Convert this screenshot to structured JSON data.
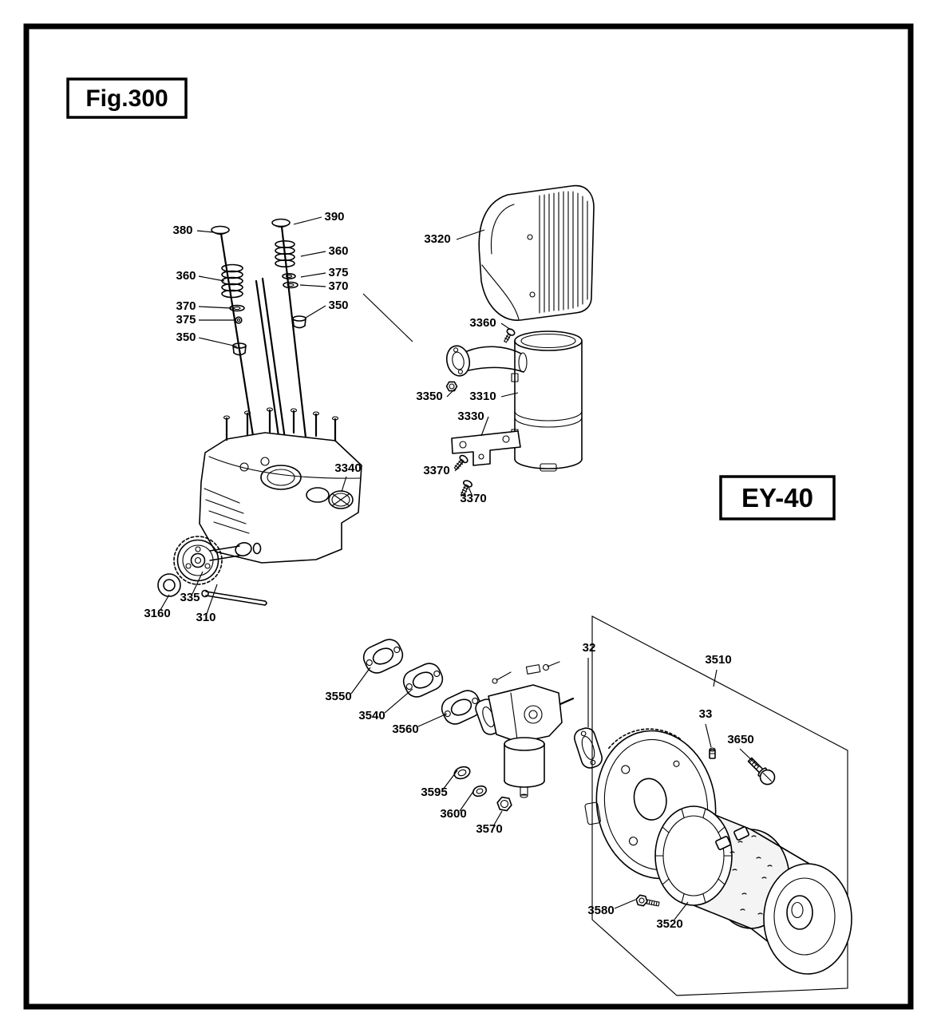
{
  "figure": {
    "title": "Fig.300",
    "model": "EY-40"
  },
  "part_labels": [
    "380",
    "390",
    "360",
    "375",
    "370",
    "350",
    "360",
    "370",
    "375",
    "350",
    "3320",
    "3360",
    "3350",
    "3310",
    "3330",
    "3370",
    "3370",
    "3340",
    "335",
    "3160",
    "310",
    "3550",
    "3540",
    "3560",
    "32",
    "3510",
    "33",
    "3650",
    "3595",
    "3600",
    "3570",
    "3580",
    "3520"
  ],
  "colors": {
    "ink": "#000000",
    "paper": "#ffffff"
  }
}
